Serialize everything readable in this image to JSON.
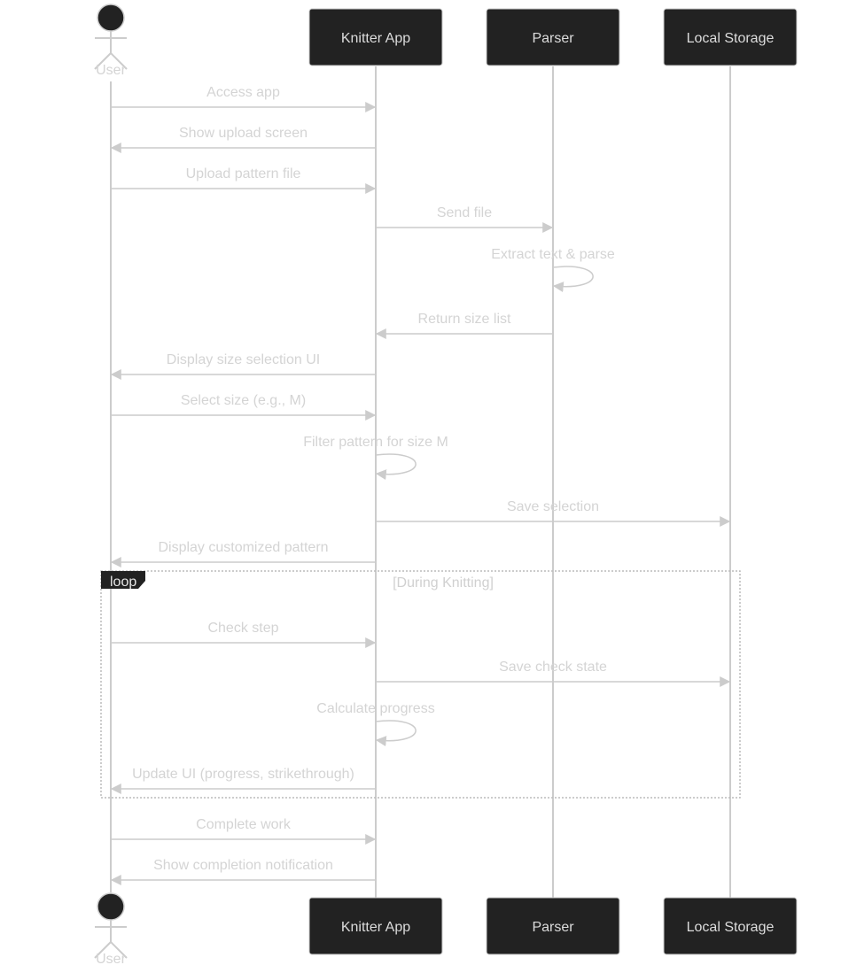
{
  "diagram": {
    "type": "sequence",
    "actors": [
      {
        "id": "user",
        "label": "User",
        "kind": "actor"
      },
      {
        "id": "app",
        "label": "Knitter App",
        "kind": "participant"
      },
      {
        "id": "parser",
        "label": "Parser",
        "kind": "participant"
      },
      {
        "id": "storage",
        "label": "Local Storage",
        "kind": "participant"
      }
    ],
    "messages": [
      {
        "from": "user",
        "to": "app",
        "text": "Access app"
      },
      {
        "from": "app",
        "to": "user",
        "text": "Show upload screen"
      },
      {
        "from": "user",
        "to": "app",
        "text": "Upload pattern file"
      },
      {
        "from": "app",
        "to": "parser",
        "text": "Send file"
      },
      {
        "from": "parser",
        "to": "parser",
        "text": "Extract text & parse"
      },
      {
        "from": "parser",
        "to": "app",
        "text": "Return size list"
      },
      {
        "from": "app",
        "to": "user",
        "text": "Display size selection UI"
      },
      {
        "from": "user",
        "to": "app",
        "text": "Select size (e.g., M)"
      },
      {
        "from": "app",
        "to": "app",
        "text": "Filter pattern for size M"
      },
      {
        "from": "app",
        "to": "storage",
        "text": "Save selection"
      },
      {
        "from": "app",
        "to": "user",
        "text": "Display customized pattern"
      },
      {
        "from": "user",
        "to": "app",
        "text": "Check step"
      },
      {
        "from": "app",
        "to": "storage",
        "text": "Save check state"
      },
      {
        "from": "app",
        "to": "app",
        "text": "Calculate progress"
      },
      {
        "from": "app",
        "to": "user",
        "text": "Update UI (progress, strikethrough)"
      },
      {
        "from": "user",
        "to": "app",
        "text": "Complete work"
      },
      {
        "from": "app",
        "to": "user",
        "text": "Show completion notification"
      }
    ],
    "loop": {
      "label": "loop",
      "condition": "[During Knitting]",
      "first_message": 11,
      "last_message": 14
    }
  },
  "colors": {
    "participant_fill": "#222222",
    "participant_border": "#cccccc",
    "participant_text": "#dcdcdc",
    "line": "#cccccc",
    "message_text": "#d4d4d4",
    "actor_head": "#222222"
  }
}
